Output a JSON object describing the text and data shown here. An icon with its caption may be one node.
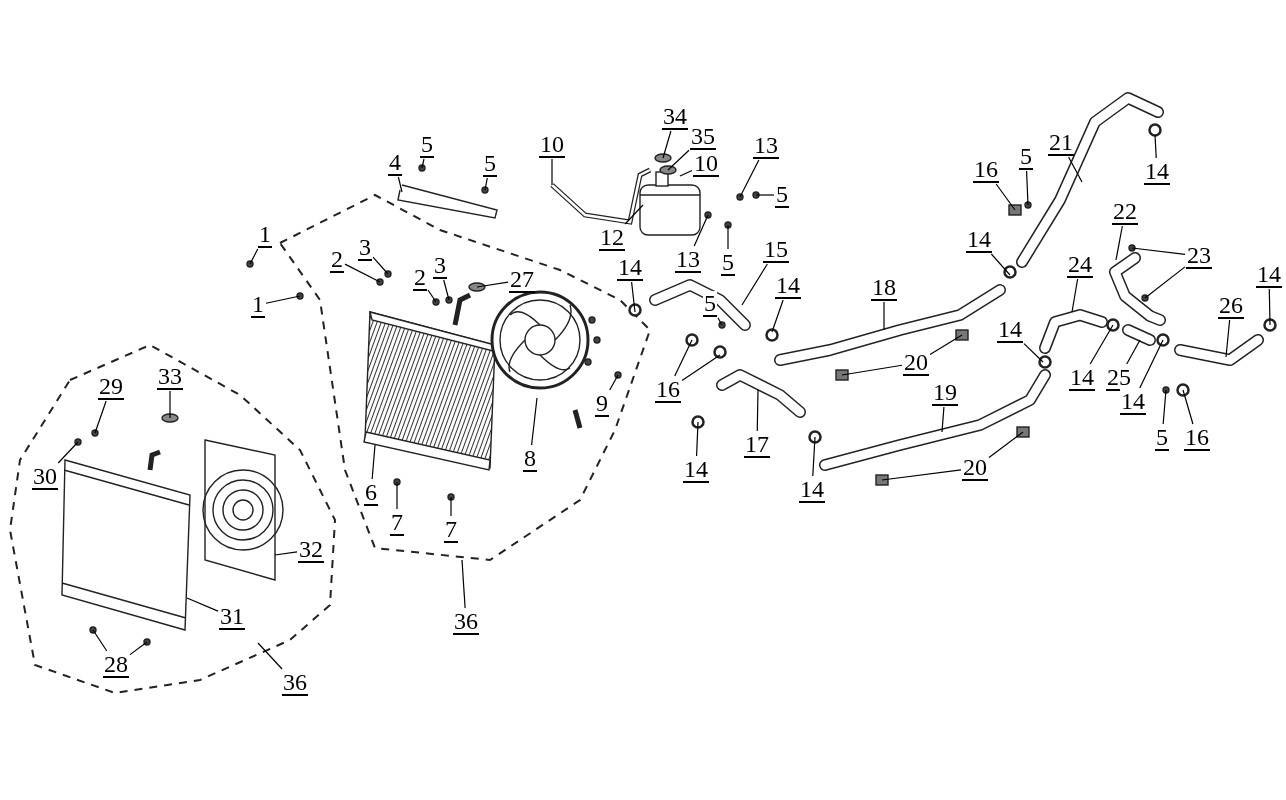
{
  "diagram": {
    "nodes": [
      {
        "text": [
          "1"
        ]
      },
      {
        "text": [
          "1"
        ]
      },
      {
        "text": [
          "2"
        ]
      },
      {
        "text": [
          "3"
        ]
      },
      {
        "text": [
          "2"
        ]
      },
      {
        "text": [
          "3"
        ]
      },
      {
        "text": [
          "27"
        ]
      },
      {
        "text": [
          "4"
        ]
      },
      {
        "text": [
          "5"
        ]
      },
      {
        "text": [
          "5"
        ]
      },
      {
        "text": [
          "10"
        ]
      },
      {
        "text": [
          "34"
        ]
      },
      {
        "text": [
          "35"
        ]
      },
      {
        "text": [
          "10"
        ]
      },
      {
        "text": [
          "13"
        ]
      },
      {
        "text": [
          "5"
        ]
      },
      {
        "text": [
          "12"
        ]
      },
      {
        "text": [
          "13"
        ]
      },
      {
        "text": [
          "5"
        ]
      },
      {
        "text": [
          "15"
        ]
      },
      {
        "text": [
          "14"
        ]
      },
      {
        "text": [
          "5"
        ]
      },
      {
        "text": [
          "14"
        ]
      },
      {
        "text": [
          "16"
        ]
      },
      {
        "text": [
          "14"
        ]
      },
      {
        "text": [
          "17"
        ]
      },
      {
        "text": [
          "14"
        ]
      },
      {
        "text": [
          "18"
        ]
      },
      {
        "text": [
          "20"
        ]
      },
      {
        "text": [
          "20"
        ]
      },
      {
        "text": [
          "19"
        ]
      },
      {
        "text": [
          "16"
        ]
      },
      {
        "text": [
          "5"
        ]
      },
      {
        "text": [
          "21"
        ]
      },
      {
        "text": [
          "14"
        ]
      },
      {
        "text": [
          "14"
        ]
      },
      {
        "text": [
          "22"
        ]
      },
      {
        "text": [
          "23"
        ]
      },
      {
        "text": [
          "24"
        ]
      },
      {
        "text": [
          "14"
        ]
      },
      {
        "text": [
          "14"
        ]
      },
      {
        "text": [
          "25"
        ]
      },
      {
        "text": [
          "14"
        ]
      },
      {
        "text": [
          "5"
        ]
      },
      {
        "text": [
          "16"
        ]
      },
      {
        "text": [
          "26"
        ]
      },
      {
        "text": [
          "14"
        ]
      },
      {
        "text": [
          "6"
        ]
      },
      {
        "text": [
          "7"
        ]
      },
      {
        "text": [
          "7"
        ]
      },
      {
        "text": [
          "8"
        ]
      },
      {
        "text": [
          "9"
        ]
      },
      {
        "text": [
          "36"
        ]
      },
      {
        "text": [
          "29"
        ]
      },
      {
        "text": [
          "33"
        ]
      },
      {
        "text": [
          "30"
        ]
      },
      {
        "text": [
          "32"
        ]
      },
      {
        "text": [
          "31"
        ]
      },
      {
        "text": [
          "28"
        ]
      },
      {
        "text": [
          "36"
        ]
      }
    ],
    "edges": [
      {
        "from": 0,
        "to": null,
        "arrow": "none"
      },
      {
        "from": 1,
        "to": null,
        "arrow": "none"
      },
      {
        "from": 2,
        "to": null,
        "arrow": "none"
      },
      {
        "from": 3,
        "to": null,
        "arrow": "none"
      },
      {
        "from": 4,
        "to": null,
        "arrow": "none"
      },
      {
        "from": 5,
        "to": null,
        "arrow": "none"
      },
      {
        "from": 6,
        "to": null,
        "arrow": "none"
      },
      {
        "from": 7,
        "to": null,
        "arrow": "none"
      },
      {
        "from": 8,
        "to": null,
        "arrow": "none"
      },
      {
        "from": 9,
        "to": null,
        "arrow": "none"
      },
      {
        "from": 10,
        "to": null,
        "arrow": "none"
      },
      {
        "from": 11,
        "to": null,
        "arrow": "none"
      },
      {
        "from": 12,
        "to": null,
        "arrow": "none"
      },
      {
        "from": 13,
        "to": null,
        "arrow": "none"
      },
      {
        "from": 14,
        "to": null,
        "arrow": "none"
      },
      {
        "from": 15,
        "to": null,
        "arrow": "none"
      },
      {
        "from": 16,
        "to": null,
        "arrow": "none"
      },
      {
        "from": 17,
        "to": null,
        "arrow": "none"
      },
      {
        "from": 18,
        "to": null,
        "arrow": "none"
      },
      {
        "from": 19,
        "to": null,
        "arrow": "none"
      },
      {
        "from": 20,
        "to": null,
        "arrow": "none"
      },
      {
        "from": 21,
        "to": null,
        "arrow": "none"
      },
      {
        "from": 22,
        "to": null,
        "arrow": "none"
      },
      {
        "from": 23,
        "to": null,
        "arrow": "none"
      },
      {
        "from": 23,
        "to": null,
        "arrow": "none"
      },
      {
        "from": 24,
        "to": null,
        "arrow": "none"
      },
      {
        "from": 25,
        "to": null,
        "arrow": "none"
      },
      {
        "from": 26,
        "to": null,
        "arrow": "none"
      },
      {
        "from": 27,
        "to": null,
        "arrow": "none"
      },
      {
        "from": 28,
        "to": null,
        "arrow": "none"
      },
      {
        "from": 28,
        "to": null,
        "arrow": "none"
      },
      {
        "from": 29,
        "to": null,
        "arrow": "none"
      },
      {
        "from": 29,
        "to": null,
        "arrow": "none"
      },
      {
        "from": 30,
        "to": null,
        "arrow": "none"
      },
      {
        "from": 31,
        "to": null,
        "arrow": "none"
      },
      {
        "from": 32,
        "to": null,
        "arrow": "none"
      },
      {
        "from": 33,
        "to": null,
        "arrow": "none"
      },
      {
        "from": 34,
        "to": null,
        "arrow": "none"
      },
      {
        "from": 35,
        "to": null,
        "arrow": "none"
      },
      {
        "from": 36,
        "to": null,
        "arrow": "none"
      },
      {
        "from": 37,
        "to": null,
        "arrow": "none"
      },
      {
        "from": 37,
        "to": null,
        "arrow": "none"
      },
      {
        "from": 38,
        "to": null,
        "arrow": "none"
      },
      {
        "from": 39,
        "to": null,
        "arrow": "none"
      },
      {
        "from": 40,
        "to": null,
        "arrow": "none"
      },
      {
        "from": 41,
        "to": null,
        "arrow": "none"
      },
      {
        "from": 42,
        "to": null,
        "arrow": "none"
      },
      {
        "from": 43,
        "to": null,
        "arrow": "none"
      },
      {
        "from": 44,
        "to": null,
        "arrow": "none"
      },
      {
        "from": 45,
        "to": null,
        "arrow": "none"
      },
      {
        "from": 46,
        "to": null,
        "arrow": "none"
      },
      {
        "from": 47,
        "to": null,
        "arrow": "none"
      },
      {
        "from": 48,
        "to": null,
        "arrow": "none"
      },
      {
        "from": 49,
        "to": null,
        "arrow": "none"
      },
      {
        "from": 50,
        "to": null,
        "arrow": "none"
      },
      {
        "from": 51,
        "to": null,
        "arrow": "none"
      },
      {
        "from": 52,
        "to": null,
        "arrow": "none"
      },
      {
        "from": 53,
        "to": null,
        "arrow": "none"
      },
      {
        "from": 54,
        "to": null,
        "arrow": "none"
      },
      {
        "from": 55,
        "to": null,
        "arrow": "none"
      },
      {
        "from": 56,
        "to": null,
        "arrow": "none"
      },
      {
        "from": 57,
        "to": null,
        "arrow": "none"
      },
      {
        "from": 58,
        "to": null,
        "arrow": "none"
      },
      {
        "from": 58,
        "to": null,
        "arrow": "none"
      },
      {
        "from": 59,
        "to": null,
        "arrow": "none"
      }
    ]
  }
}
